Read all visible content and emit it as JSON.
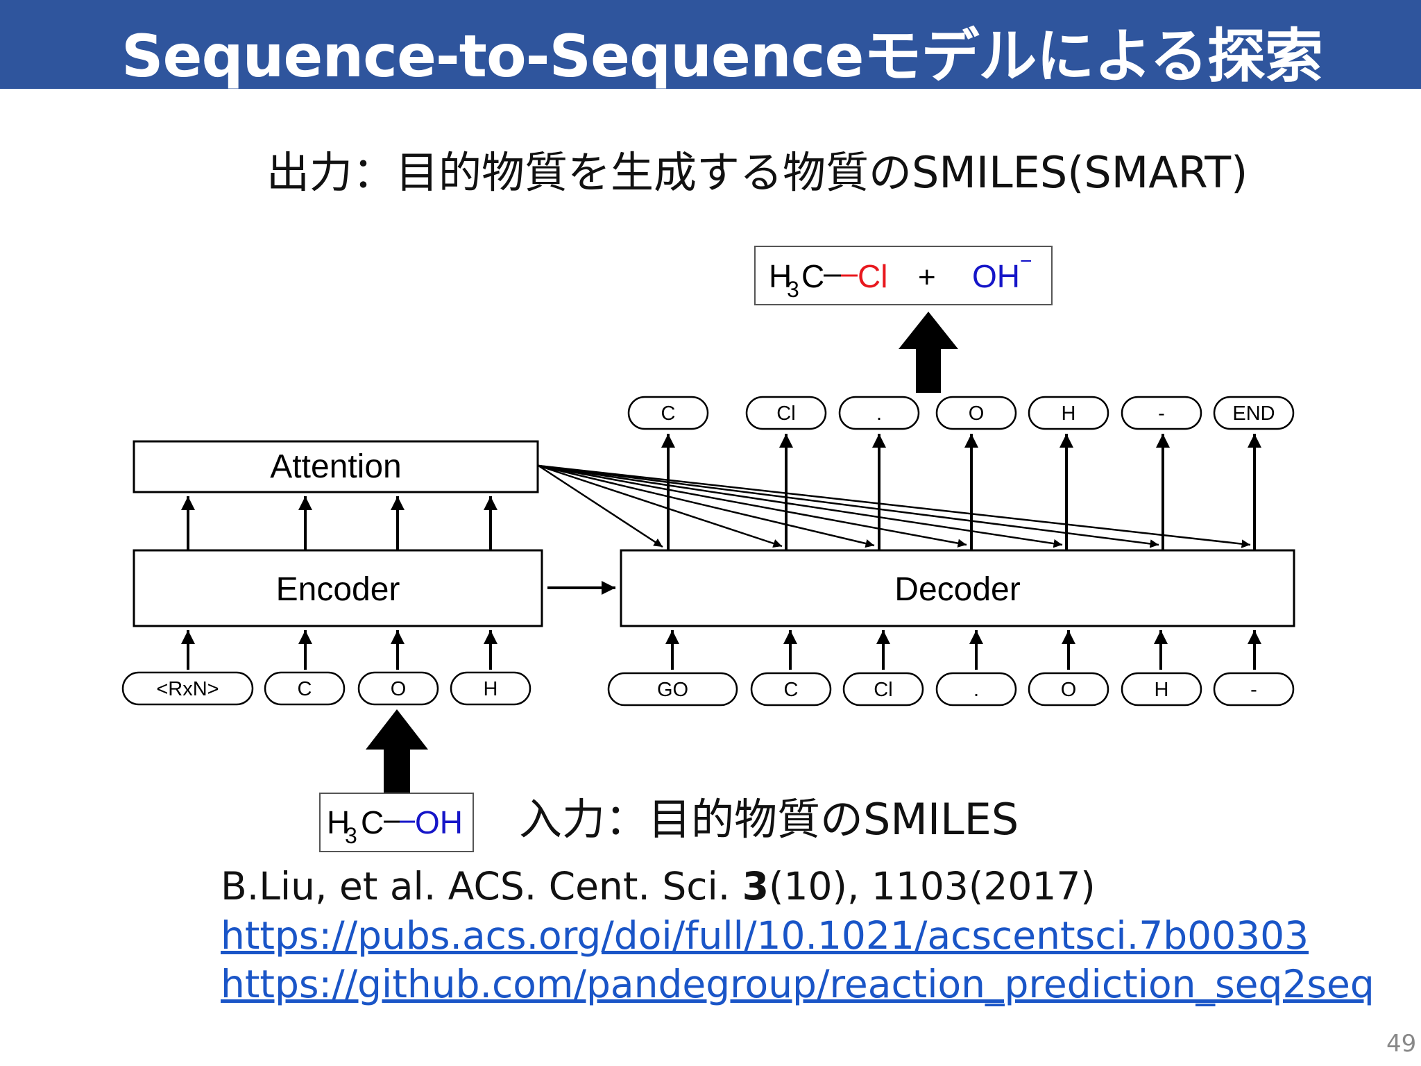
{
  "slide": {
    "title": "Sequence-to-Sequenceモデルによる探索",
    "output_caption": "出力：目的物質を生成する物質のSMILES(SMART)",
    "input_caption": "入力：目的物質のSMILES",
    "page_number": "49"
  },
  "diagram": {
    "attention_label": "Attention",
    "encoder_label": "Encoder",
    "decoder_label": "Decoder",
    "encoder_inputs": [
      "<RxN>",
      "C",
      "O",
      "H"
    ],
    "decoder_inputs": [
      "GO",
      "C",
      "Cl",
      ".",
      "O",
      "H",
      "-"
    ],
    "decoder_outputs": [
      "C",
      "Cl",
      ".",
      "O",
      "H",
      "-",
      "END"
    ],
    "input_molecule": {
      "h": "H",
      "sub": "3",
      "c": "C",
      "bond": "—",
      "group": "OH"
    },
    "output_molecule": {
      "h": "H",
      "sub": "3",
      "c": "C",
      "bond": "—",
      "cl": "Cl",
      "plus": "+",
      "oh": "OH",
      "charge": "−"
    },
    "colors": {
      "header": "#2f559d",
      "chlorine": "#e8181e",
      "oxygen": "#1515c8",
      "link": "#1a55c7"
    }
  },
  "citation": {
    "prefix": "B.Liu, et al. ACS. Cent. Sci. ",
    "volume": "3",
    "suffix": "(10), 1103(2017)",
    "link1": "https://pubs.acs.org/doi/full/10.1021/acscentsci.7b00303",
    "link2": "https://github.com/pandegroup/reaction_prediction_seq2seq"
  }
}
